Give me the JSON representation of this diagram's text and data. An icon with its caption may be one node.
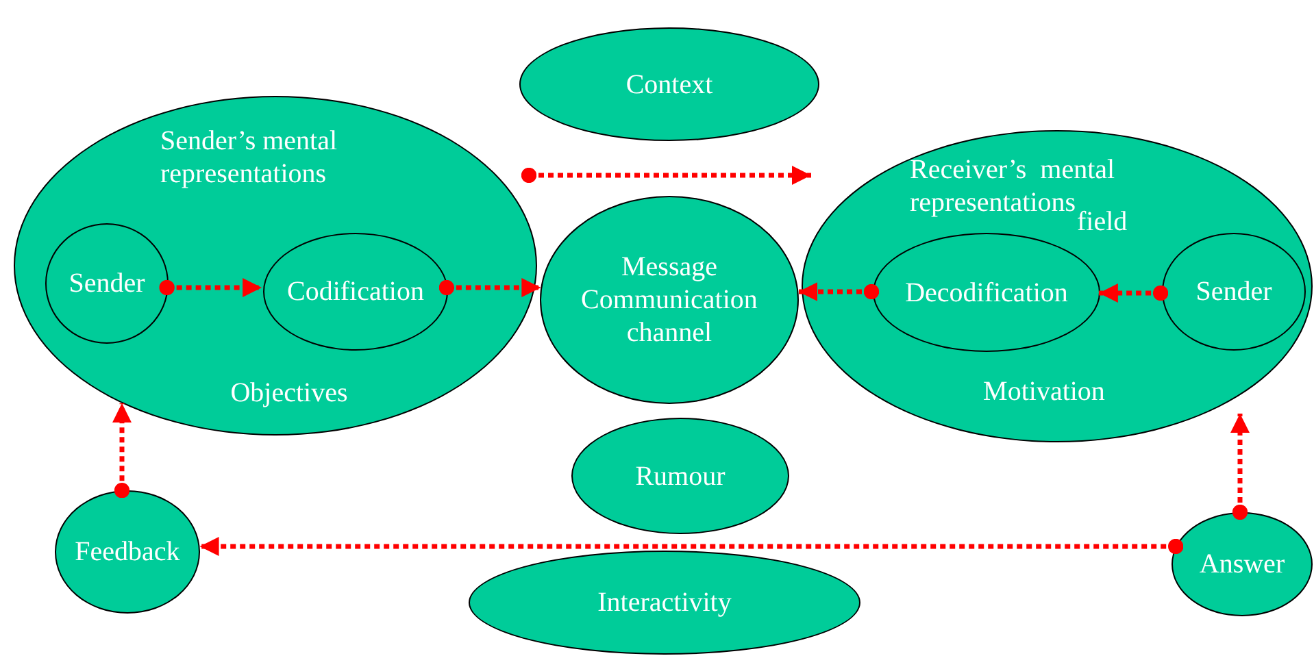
{
  "diagram": {
    "nodes": [
      {
        "text": [
          "Sender’s mental representations",
          "Objectives"
        ]
      },
      {
        "text": [
          "Sender"
        ],
        "in": 0
      },
      {
        "text": [
          "Codification"
        ],
        "in": 0
      },
      {
        "text": [
          "Context"
        ]
      },
      {
        "text": [
          "Message Communication channel"
        ]
      },
      {
        "text": [
          "Receiver’s  mental representations",
          "field",
          "Motivation"
        ]
      },
      {
        "text": [
          "Decodification"
        ],
        "in": 5
      },
      {
        "text": [
          "Sender"
        ],
        "in": 5
      },
      {
        "text": [
          "Rumour"
        ]
      },
      {
        "text": [
          "Feedback"
        ]
      },
      {
        "text": [
          "Interactivity"
        ]
      },
      {
        "text": [
          "Answer"
        ]
      }
    ],
    "edges": [
      {
        "from": 1,
        "to": 2,
        "arrow": "to",
        "style": "dashed",
        "color": "#ff0000"
      },
      {
        "from": 2,
        "to": 4,
        "arrow": "to",
        "style": "dashed",
        "color": "#ff0000"
      },
      {
        "from": 0,
        "to": 5,
        "arrow": "to",
        "style": "dashed",
        "color": "#ff0000"
      },
      {
        "from": 6,
        "to": 4,
        "arrow": "to",
        "style": "dashed",
        "color": "#ff0000"
      },
      {
        "from": 7,
        "to": 6,
        "arrow": "to",
        "style": "dashed",
        "color": "#ff0000"
      },
      {
        "from": 9,
        "to": 0,
        "arrow": "to",
        "style": "dashed",
        "color": "#ff0000"
      },
      {
        "from": 11,
        "to": 9,
        "arrow": "to",
        "style": "dashed",
        "color": "#ff0000"
      },
      {
        "from": 11,
        "to": 5,
        "arrow": "to",
        "style": "dashed",
        "color": "#ff0000"
      }
    ]
  }
}
